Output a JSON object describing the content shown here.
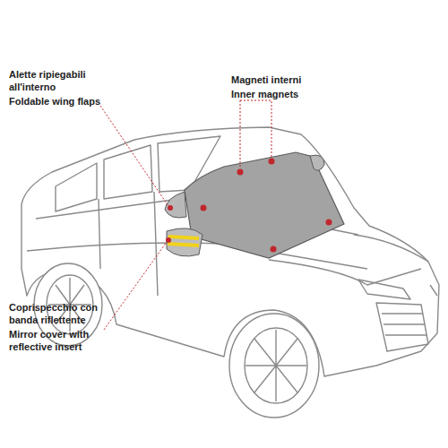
{
  "diagram": {
    "labels": [
      "Alette ripiegabili all'interno",
      "Foldable wing flaps",
      "Magneti interni",
      "Inner magnets",
      "Coprispecchio con banda riflettente",
      "Mirror cover with reflective insert"
    ]
  }
}
